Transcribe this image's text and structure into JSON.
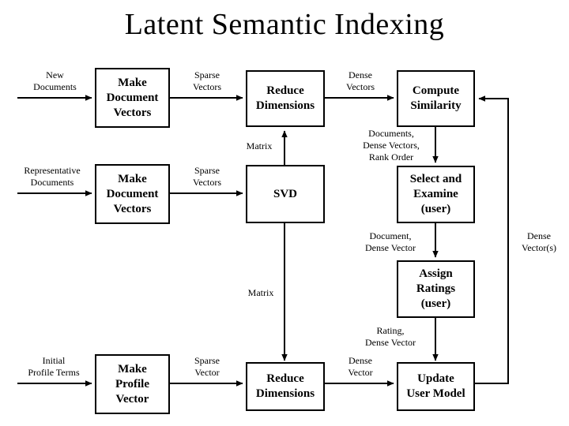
{
  "title": "Latent Semantic Indexing",
  "colors": {
    "ink": "#000000",
    "paper": "#ffffff"
  },
  "nodes": [
    {
      "id": "make-document-vectors-1",
      "lines": [
        "Make",
        "Document",
        "Vectors"
      ]
    },
    {
      "id": "reduce-dimensions-1",
      "lines": [
        "Reduce",
        "Dimensions"
      ]
    },
    {
      "id": "compute-similarity",
      "lines": [
        "Compute",
        "Similarity"
      ]
    },
    {
      "id": "make-document-vectors-2",
      "lines": [
        "Make",
        "Document",
        "Vectors"
      ]
    },
    {
      "id": "svd",
      "lines": [
        "SVD"
      ]
    },
    {
      "id": "select-and-examine",
      "lines": [
        "Select and",
        "Examine",
        "(user)"
      ]
    },
    {
      "id": "assign-ratings",
      "lines": [
        "Assign",
        "Ratings",
        "(user)"
      ]
    },
    {
      "id": "make-profile-vector",
      "lines": [
        "Make",
        "Profile",
        "Vector"
      ]
    },
    {
      "id": "reduce-dimensions-2",
      "lines": [
        "Reduce",
        "Dimensions"
      ]
    },
    {
      "id": "update-user-model",
      "lines": [
        "Update",
        "User Model"
      ]
    }
  ],
  "edge_labels": [
    {
      "id": "new-documents",
      "lines": [
        "New",
        "Documents"
      ]
    },
    {
      "id": "sparse-vectors-1",
      "lines": [
        "Sparse",
        "Vectors"
      ]
    },
    {
      "id": "dense-vectors-1",
      "lines": [
        "Dense",
        "Vectors"
      ]
    },
    {
      "id": "matrix-1",
      "lines": [
        "Matrix"
      ]
    },
    {
      "id": "documents-dense-vectors-rank-order",
      "lines": [
        "Documents,",
        "Dense Vectors,",
        "Rank Order"
      ]
    },
    {
      "id": "representative-documents",
      "lines": [
        "Representative",
        "Documents"
      ]
    },
    {
      "id": "sparse-vectors-2",
      "lines": [
        "Sparse",
        "Vectors"
      ]
    },
    {
      "id": "document-dense-vector",
      "lines": [
        "Document,",
        "Dense Vector"
      ]
    },
    {
      "id": "dense-vectors-return",
      "lines": [
        "Dense",
        "Vector(s)"
      ]
    },
    {
      "id": "matrix-2",
      "lines": [
        "Matrix"
      ]
    },
    {
      "id": "rating-dense-vector",
      "lines": [
        "Rating,",
        "Dense Vector"
      ]
    },
    {
      "id": "initial-profile-terms",
      "lines": [
        "Initial",
        "Profile Terms"
      ]
    },
    {
      "id": "sparse-vector-3",
      "lines": [
        "Sparse",
        "Vector"
      ]
    },
    {
      "id": "dense-vector-3",
      "lines": [
        "Dense",
        "Vector"
      ]
    }
  ]
}
